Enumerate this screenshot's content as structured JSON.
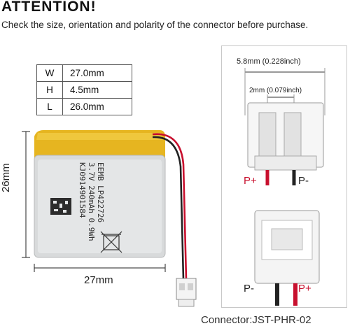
{
  "header": {
    "title": "ATTENTION!",
    "subtitle": "Check the size, orientation and polarity of the connector before purchase."
  },
  "spec_table": [
    {
      "key": "W",
      "value": "27.0mm"
    },
    {
      "key": "H",
      "value": "4.5mm"
    },
    {
      "key": "L",
      "value": "26.0mm"
    }
  ],
  "battery": {
    "height_label": "26mm",
    "width_label": "27mm",
    "print_lines": [
      "EEMB LP422726",
      "3.7V 240mAh 0.9Wh",
      "KJ0914901584"
    ],
    "body_color": "#d9dbdc",
    "wrap_color": "#e0b21f"
  },
  "connector": {
    "outer_width": "5.8mm (0.228inch)",
    "pitch": "2mm (0.079inch)",
    "top_positive": "P+",
    "top_negative": "P-",
    "bottom_negative": "P-",
    "bottom_positive": "P+",
    "model": "Connector:JST-PHR-02",
    "positive_color": "#c8102e"
  }
}
